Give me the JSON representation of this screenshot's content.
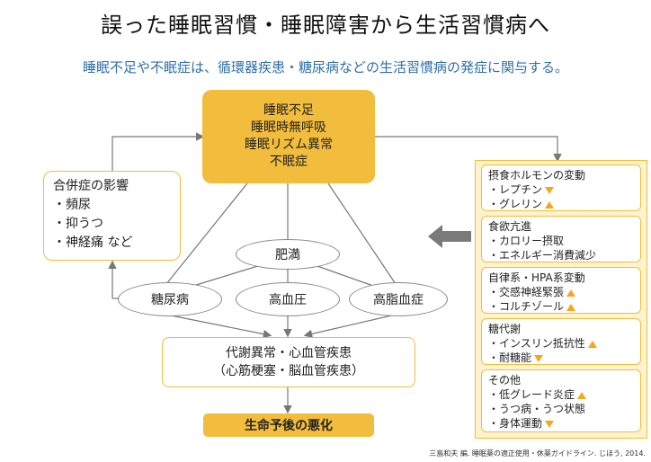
{
  "title": "誤った睡眠習慣・睡眠障害から生活習慣病へ",
  "subtitle": "睡眠不足や不眠症は、循環器疾患・糖尿病などの生活習慣病の発症に関与する。",
  "center": [
    "睡眠不足",
    "睡眠時無呼吸",
    "睡眠リズム異常",
    "不眠症"
  ],
  "complications": {
    "heading": "合併症の影響",
    "items": [
      "・頻尿",
      "・抑うつ",
      "・神経痛 など"
    ]
  },
  "ellipses": {
    "obesity": "肥満",
    "diabetes": "糖尿病",
    "hypertension": "高血圧",
    "hyperlipidemia": "高脂血症"
  },
  "result": [
    "代謝異常・心血管疾患",
    "（心筋梗塞・脳血管疾患）"
  ],
  "final": "生命予後の悪化",
  "right_boxes": [
    {
      "heading": "摂食ホルモンの変動",
      "items": [
        {
          "text": "・レプチン",
          "dir": "down"
        },
        {
          "text": "・グレリン",
          "dir": "up"
        }
      ]
    },
    {
      "heading": "食欲亢進",
      "items": [
        {
          "text": "・カロリー摂取",
          "dir": ""
        },
        {
          "text": "・エネルギー消費減少",
          "dir": ""
        }
      ]
    },
    {
      "heading": "自律系・HPA系変動",
      "items": [
        {
          "text": "・交感神経緊張",
          "dir": "up"
        },
        {
          "text": "・コルチゾール",
          "dir": "up"
        }
      ]
    },
    {
      "heading": "糖代謝",
      "items": [
        {
          "text": "・インスリン抵抗性",
          "dir": "up"
        },
        {
          "text": "・耐糖能",
          "dir": "down"
        }
      ]
    },
    {
      "heading": "その他",
      "items": [
        {
          "text": "・低グレード炎症",
          "dir": "up"
        },
        {
          "text": "・うつ病・うつ状態",
          "dir": ""
        },
        {
          "text": "・身体運動",
          "dir": "down"
        }
      ]
    }
  ],
  "credit": "三島和夫 編. 睡眠薬の適正使用・休薬ガイドライン. じほう, 2014.",
  "colors": {
    "accent": "#f2bd3c",
    "subtitle": "#2f6fa8",
    "panel": "#fdf3cf",
    "arrow": "#f2a81d"
  }
}
